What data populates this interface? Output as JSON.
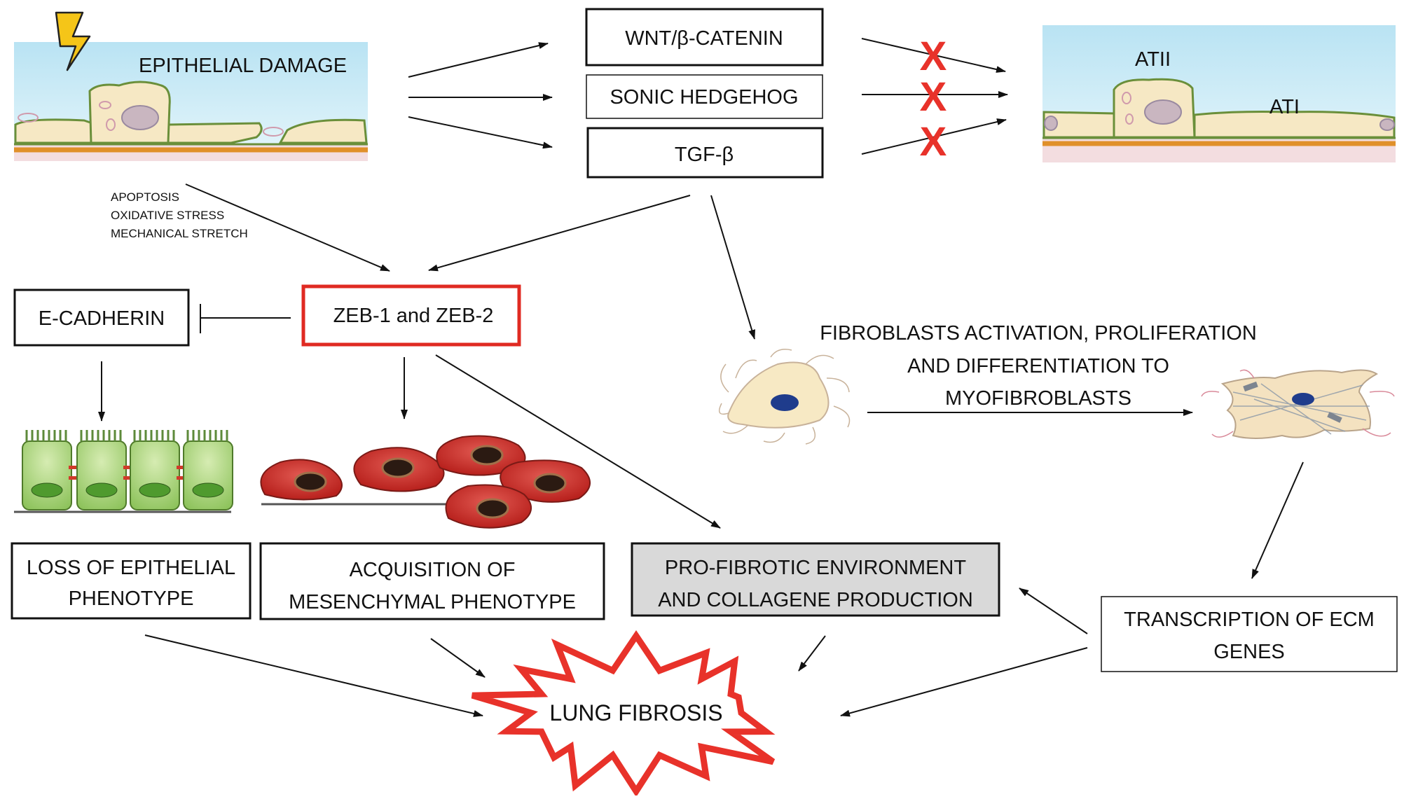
{
  "nodes": {
    "epithelial_damage": "EPITHELIAL DAMAGE",
    "wnt": "WNT/β-CATENIN",
    "shh": "SONIC HEDGEHOG",
    "tgf": "TGF-β",
    "atii": "ATII",
    "ati": "ATI",
    "stress_1": "APOPTOSIS",
    "stress_2": "OXIDATIVE STRESS",
    "stress_3": "MECHANICAL STRETCH",
    "ecadherin": "E-CADHERIN",
    "zeb": "ZEB-1 and ZEB-2",
    "fibro_1": "FIBROBLASTS ACTIVATION, PROLIFERATION",
    "fibro_2": "AND DIFFERENTIATION TO",
    "fibro_3": "MYOFIBROBLASTS",
    "loss_1": "LOSS OF EPITHELIAL",
    "loss_2": "PHENOTYPE",
    "acq_1": "ACQUISITION OF",
    "acq_2": "MESENCHYMAL PHENOTYPE",
    "pro_1": "PRO-FIBROTIC ENVIRONMENT",
    "pro_2": "AND COLLAGENE PRODUCTION",
    "ecm_1": "TRANSCRIPTION OF ECM",
    "ecm_2": "GENES",
    "lung": "LUNG FIBROSIS",
    "block_mark": "X"
  },
  "colors": {
    "zeb_border": "#e02a22",
    "x_mark": "#e8322a",
    "starburst": "#e8322a",
    "pro_fill": "#d9d9d9",
    "epithelium_sky": "#c8ecf7",
    "cell_fill": "#f6e8c4",
    "mesenchymal_cell": "#c9302c",
    "epithelial_cell": "#a9d67a",
    "fibroblast_nucleus": "#1f3c8c"
  }
}
